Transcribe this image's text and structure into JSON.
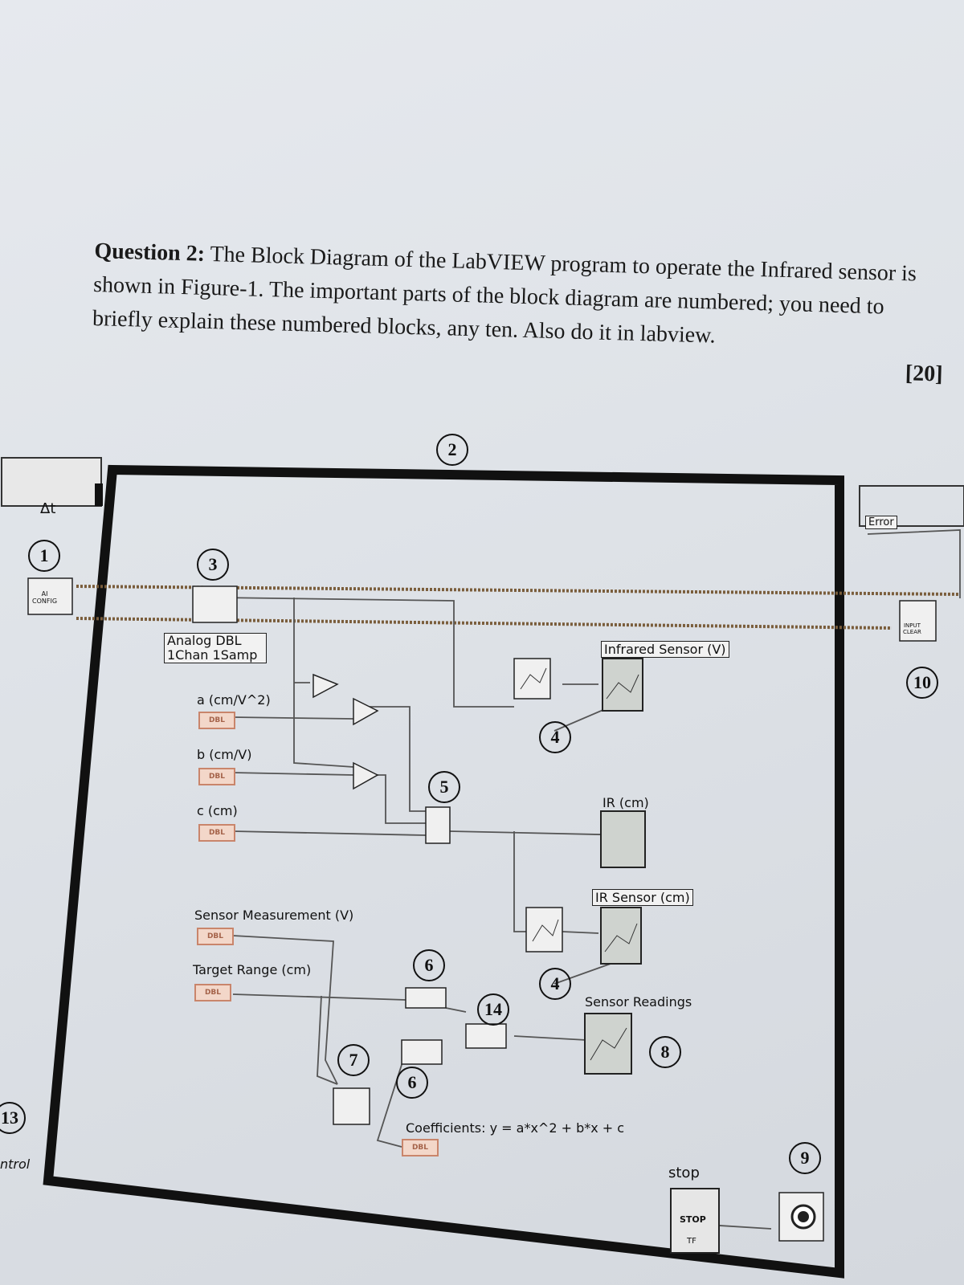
{
  "question": {
    "title": "Question 2:",
    "body": "The Block Diagram of the LabVIEW program to operate the Infrared sensor is shown in Figure-1. The important parts of the block diagram are numbered; you need to briefly explain these numbered blocks, any ten. Also do it in labview.",
    "marks": "[20]"
  },
  "diagram": {
    "numbers": [
      "1",
      "2",
      "3",
      "4",
      "4",
      "5",
      "6",
      "6",
      "7",
      "8",
      "9",
      "10",
      "13",
      "14"
    ],
    "labels": {
      "delta_t": "Δt",
      "analog": "Analog DBL\n1Chan 1Samp",
      "a": "a (cm/V^2)",
      "b": "b (cm/V)",
      "c": "c (cm)",
      "sensor_meas": "Sensor Measurement (V)",
      "target_range": "Target Range (cm)",
      "infrared_sensor": "Infrared Sensor (V)",
      "ir_cm": "IR (cm)",
      "ir_sensor": "IR Sensor (cm)",
      "sensor_readings": "Sensor Readings",
      "coefficients": "Coefficients: y = a*x^2 + b*x + c",
      "stop": "stop",
      "stop_btn": "STOP",
      "tf": "TF",
      "error": "Error",
      "dbl": "DBL",
      "ai_config": "AI\nCONFIG",
      "input_clear": "INPUT\nCLEAR",
      "partial": "ntrol"
    }
  }
}
